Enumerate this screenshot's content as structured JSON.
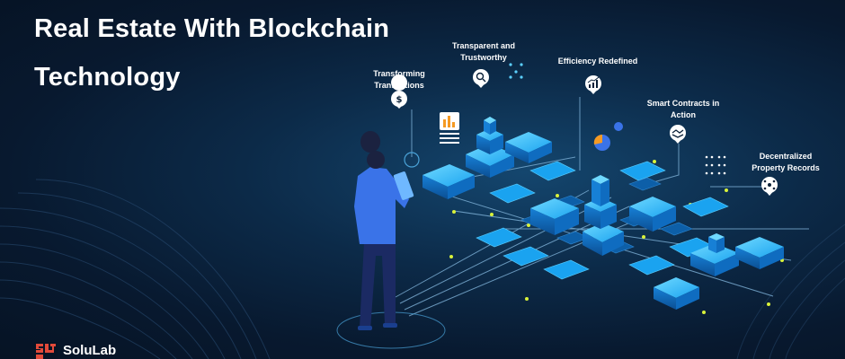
{
  "title": {
    "line1": "Real Estate With Blockchain",
    "line2": "Technology"
  },
  "features": [
    {
      "name": "transforming-transactions",
      "line1": "Transforming",
      "line2": "Transactions",
      "icon": "money-transfer-icon"
    },
    {
      "name": "transparent-trustworthy",
      "line1": "Transparent and",
      "line2": "Trustworthy",
      "icon": "magnifier-search-icon"
    },
    {
      "name": "efficiency-redefined",
      "line1": "Efficiency Redefined",
      "line2": "",
      "icon": "growth-chart-icon"
    },
    {
      "name": "smart-contracts",
      "line1": "Smart Contracts in",
      "line2": "Action",
      "icon": "handshake-contract-icon"
    },
    {
      "name": "decentralized-records",
      "line1": "Decentralized",
      "line2": "Property Records",
      "icon": "network-nodes-icon"
    }
  ],
  "brand": {
    "name": "SoluLab",
    "logo": "solulab-logo-icon"
  },
  "colors": {
    "background": "#0a2038",
    "tile": "#1aa3f0",
    "tile_light": "#5cd0ff",
    "tile_dark": "#0d5fa8",
    "accent_yellow": "#d9f23a",
    "accent_orange": "#f59a23",
    "person_shirt": "#3a73e8",
    "person_pants": "#1b2a63"
  }
}
